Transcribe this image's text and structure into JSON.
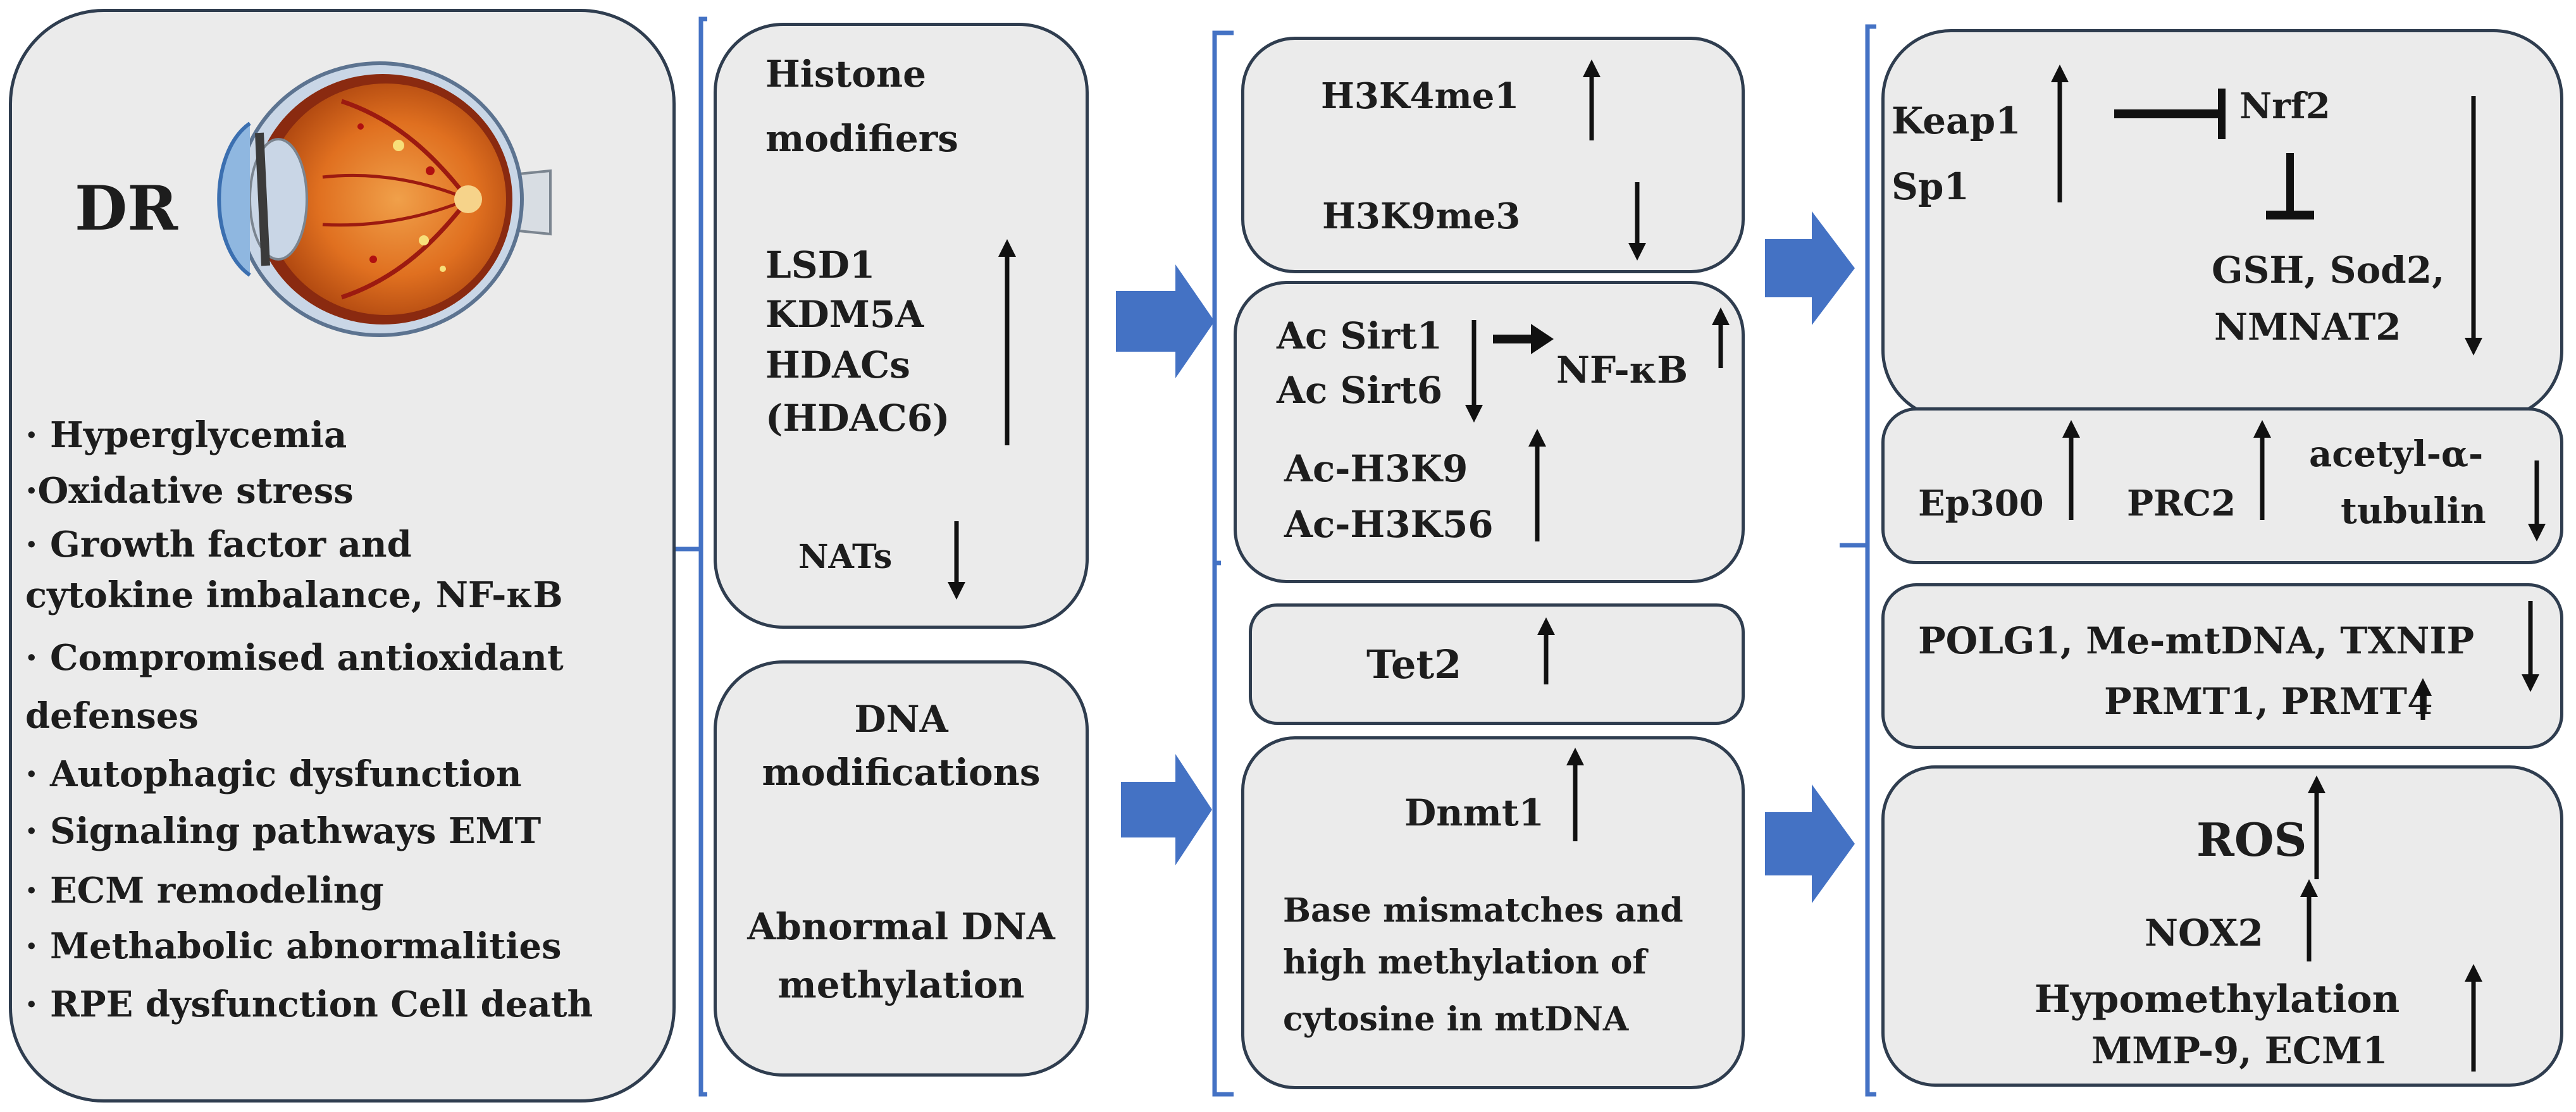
{
  "left_panel": {
    "label": "DR",
    "bullets": [
      "· Hyperglycemia",
      "·Oxidative stress",
      "· Growth factor and",
      "cytokine imbalance, NF-κB",
      "· Compromised antioxidant",
      "defenses",
      "· Autophagic dysfunction",
      "· Signaling pathways EMT",
      "· ECM remodeling",
      "· Methabolic abnormalities",
      "· RPE dysfunction  Cell death"
    ]
  },
  "histone_box": {
    "title_1": "Histone",
    "title_2": "modifiers",
    "items": [
      "LSD1",
      "KDM5A",
      "HDACs",
      "(HDAC6)"
    ],
    "nats": "NATs"
  },
  "dna_box": {
    "line_1": "DNA",
    "line_2": "modifications",
    "line_3": "Abnormal DNA",
    "line_4": "methylation"
  },
  "h3k4_box": {
    "a": "H3K4me1",
    "b": "H3K9me3"
  },
  "sirt_box": {
    "a": "Ac Sirt1",
    "b": "Ac Sirt6",
    "nfkb": "NF-κB",
    "c": "Ac-H3K9",
    "d": "Ac-H3K56"
  },
  "tet_box": {
    "label": "Tet2"
  },
  "dnmt_box": {
    "label": "Dnmt1",
    "desc_1": "Base mismatches and",
    "desc_2": "high methylation of",
    "desc_3": "cytosine in mtDNA"
  },
  "keap_box": {
    "a": "Keap1",
    "b": "Sp1",
    "nrf2": "Nrf2",
    "c": "GSH, Sod2,",
    "d": "NMNAT2"
  },
  "ep300_box": {
    "a": "Ep300",
    "b": "PRC2",
    "c": "acetyl-α-",
    "d": "tubulin"
  },
  "polg_box": {
    "a": "POLG1, Me-mtDNA, TXNIP",
    "b": "PRMT1, PRMT4"
  },
  "ros_box": {
    "ros": "ROS",
    "nox": "NOX2",
    "hypo": "Hypomethylation",
    "mmp": "MMP-9, ECM1"
  },
  "colors": {
    "box_fill": "#ebebeb",
    "box_stroke": "#2f3d4f",
    "bracket": "#4472c4",
    "block_arrow": "#4472c4",
    "text": "#1d1d1d"
  }
}
